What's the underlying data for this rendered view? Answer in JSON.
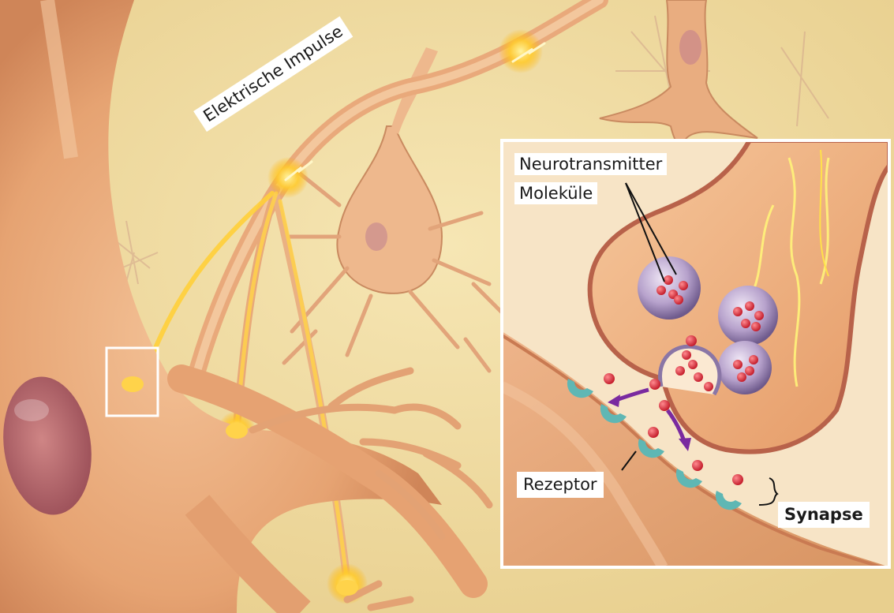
{
  "labels": {
    "impulse": "Elektrische Impulse",
    "neurotransmitter": "Neurotransmitter",
    "molecules": "Moleküle",
    "receptor": "Rezeptor",
    "synapse": "Synapse"
  },
  "colors": {
    "background": "#f1dfa6",
    "neuron_body": "#e8a977",
    "neuron_shadow": "#c97f55",
    "nucleus": "#b7646a",
    "impulse_glow": "#ffc21a",
    "vesicle": "#a58fbd",
    "molecule": "#dd2d3a",
    "receptor": "#5fb7b4",
    "arrow": "#7a2aa0",
    "highlight_box": "#ffffff"
  }
}
